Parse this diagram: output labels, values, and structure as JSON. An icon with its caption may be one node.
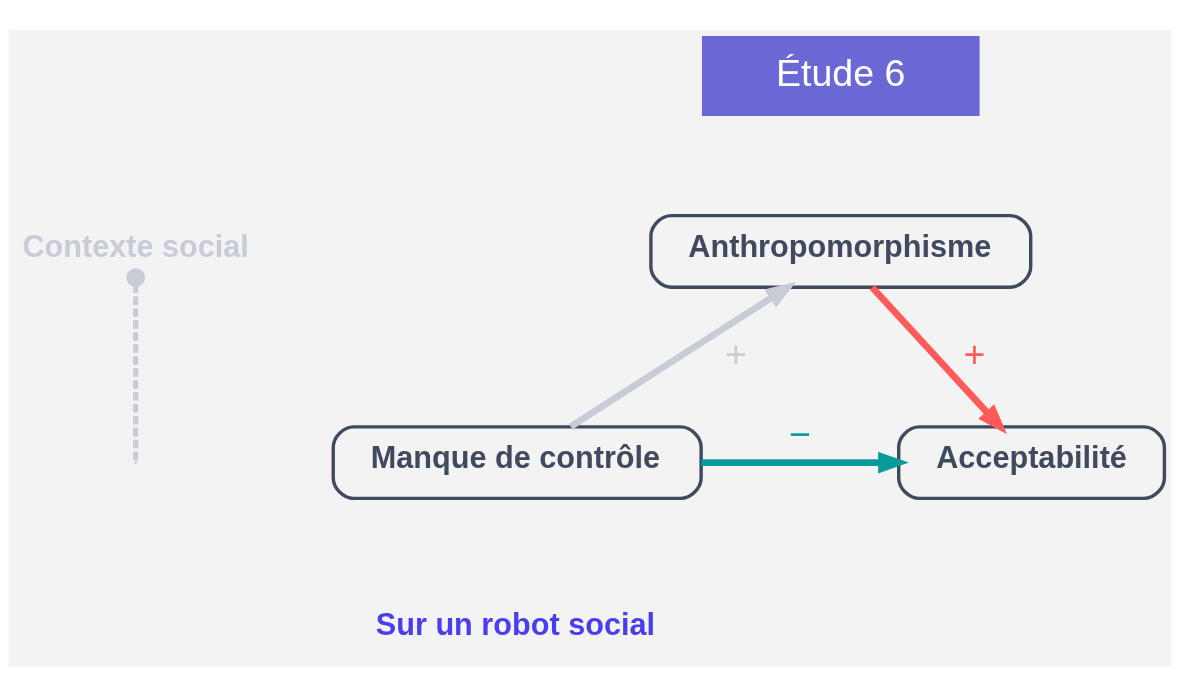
{
  "diagram": {
    "nodes": [
      {
        "text": [
          "Étude 6"
        ]
      },
      {
        "text": [
          "Anthropomorphisme"
        ]
      },
      {
        "text": [
          "Contexte social"
        ]
      },
      {
        "text": [
          "Manque de contrôle"
        ],
        "beside": [
          "Sur un robot social"
        ]
      },
      {
        "text": [
          "Acceptabilité"
        ]
      }
    ],
    "edges": [
      {
        "from": 3,
        "to": 1,
        "arrow": "to",
        "label": "+",
        "color": "#c8ccd6"
      },
      {
        "from": 1,
        "to": 4,
        "arrow": "to",
        "label": "+",
        "color": "#ff5a5a"
      },
      {
        "from": 3,
        "to": 4,
        "arrow": "to",
        "label": "−",
        "color": "#0a9a9a"
      },
      {
        "from": 2,
        "to": null,
        "arrow": "other",
        "style": "dashed",
        "color": "#c8ccd6"
      }
    ]
  }
}
